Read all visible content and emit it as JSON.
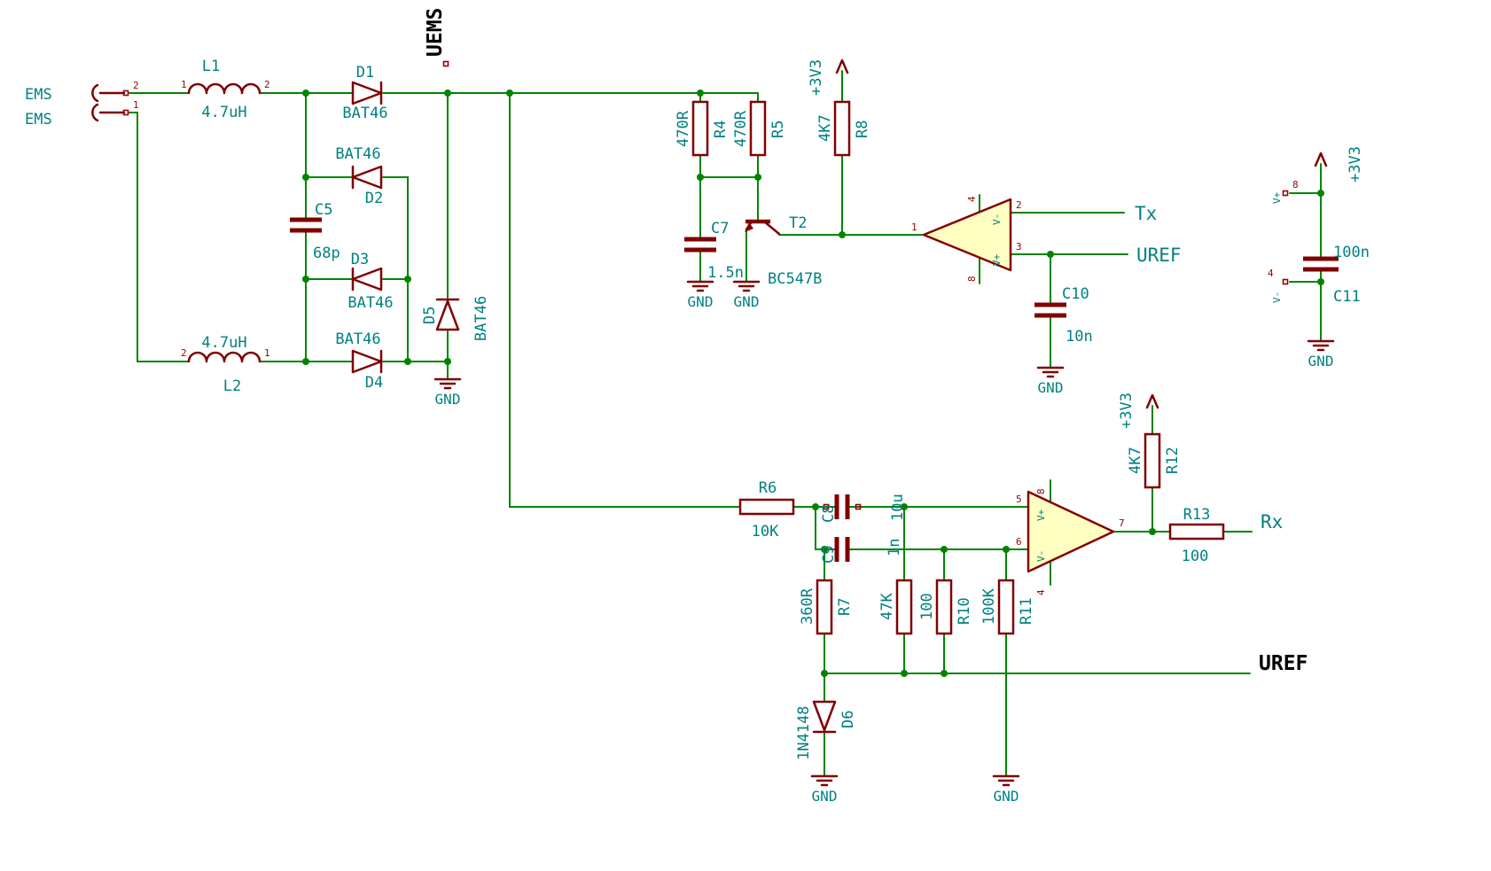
{
  "nets": {
    "uems": "UEMS",
    "tx": "Tx",
    "uref": "UREF",
    "uref_bus": "UREF",
    "rx": "Rx"
  },
  "power": {
    "v33": "+3V3",
    "gnd": "GND",
    "vplus": "V+",
    "vminus": "V-"
  },
  "connector": {
    "label_top": "EMS",
    "label_bottom": "EMS",
    "pin_top": "2",
    "pin_bottom": "1"
  },
  "components": {
    "L1": {
      "ref": "L1",
      "value": "4.7uH",
      "pin_left": "1",
      "pin_right": "2"
    },
    "L2": {
      "ref": "L2",
      "value": "4.7uH",
      "pin_left": "2",
      "pin_right": "1"
    },
    "D1": {
      "ref": "D1",
      "value": "BAT46"
    },
    "D2": {
      "ref": "D2",
      "value": "BAT46"
    },
    "D3": {
      "ref": "D3",
      "value": "BAT46"
    },
    "D4": {
      "ref": "D4",
      "value": "BAT46"
    },
    "D5": {
      "ref": "D5",
      "value": "BAT46"
    },
    "D6": {
      "ref": "D6",
      "value": "1N4148"
    },
    "C5": {
      "ref": "C5",
      "value": "68p"
    },
    "C7": {
      "ref": "C7",
      "value": "1.5n"
    },
    "C8": {
      "ref": "C8",
      "value": "10u"
    },
    "C9": {
      "ref": "C9",
      "value": "1n"
    },
    "C10": {
      "ref": "C10",
      "value": "10n"
    },
    "C11": {
      "ref": "C11",
      "value": "100n"
    },
    "R4": {
      "ref": "R4",
      "value": "470R"
    },
    "R5": {
      "ref": "R5",
      "value": "470R"
    },
    "R6": {
      "ref": "R6",
      "value": "10K"
    },
    "R7": {
      "ref": "R7",
      "value": "360R"
    },
    "R8": {
      "ref": "R8",
      "value": "4K7"
    },
    "R9": {
      "value": "47K"
    },
    "R10": {
      "ref": "R10",
      "value": "100"
    },
    "R11": {
      "ref": "R11",
      "value": "100K"
    },
    "R12": {
      "ref": "R12",
      "value": "4K7"
    },
    "R13": {
      "ref": "R13",
      "value": "100"
    },
    "T2": {
      "ref": "T2",
      "value": "BC547B"
    }
  },
  "opamp1": {
    "pin_out": "1",
    "pin_in1": "2",
    "pin_in2": "3",
    "pin_pwr_top": "4",
    "pin_pwr_bottom": "8"
  },
  "opamp2": {
    "pin_in1": "5",
    "pin_in2": "6",
    "pin_out": "7",
    "pin_pwr_top": "8",
    "pin_pwr_bottom": "4"
  },
  "ic_power": {
    "pin_vplus": "8",
    "pin_vminus": "4"
  },
  "colors": {
    "wire": "#008400",
    "symbol": "#800000",
    "label": "#008080",
    "pin_number": "#9a0000",
    "net_label": "#000000",
    "opamp_fill": "#ffffc2"
  }
}
